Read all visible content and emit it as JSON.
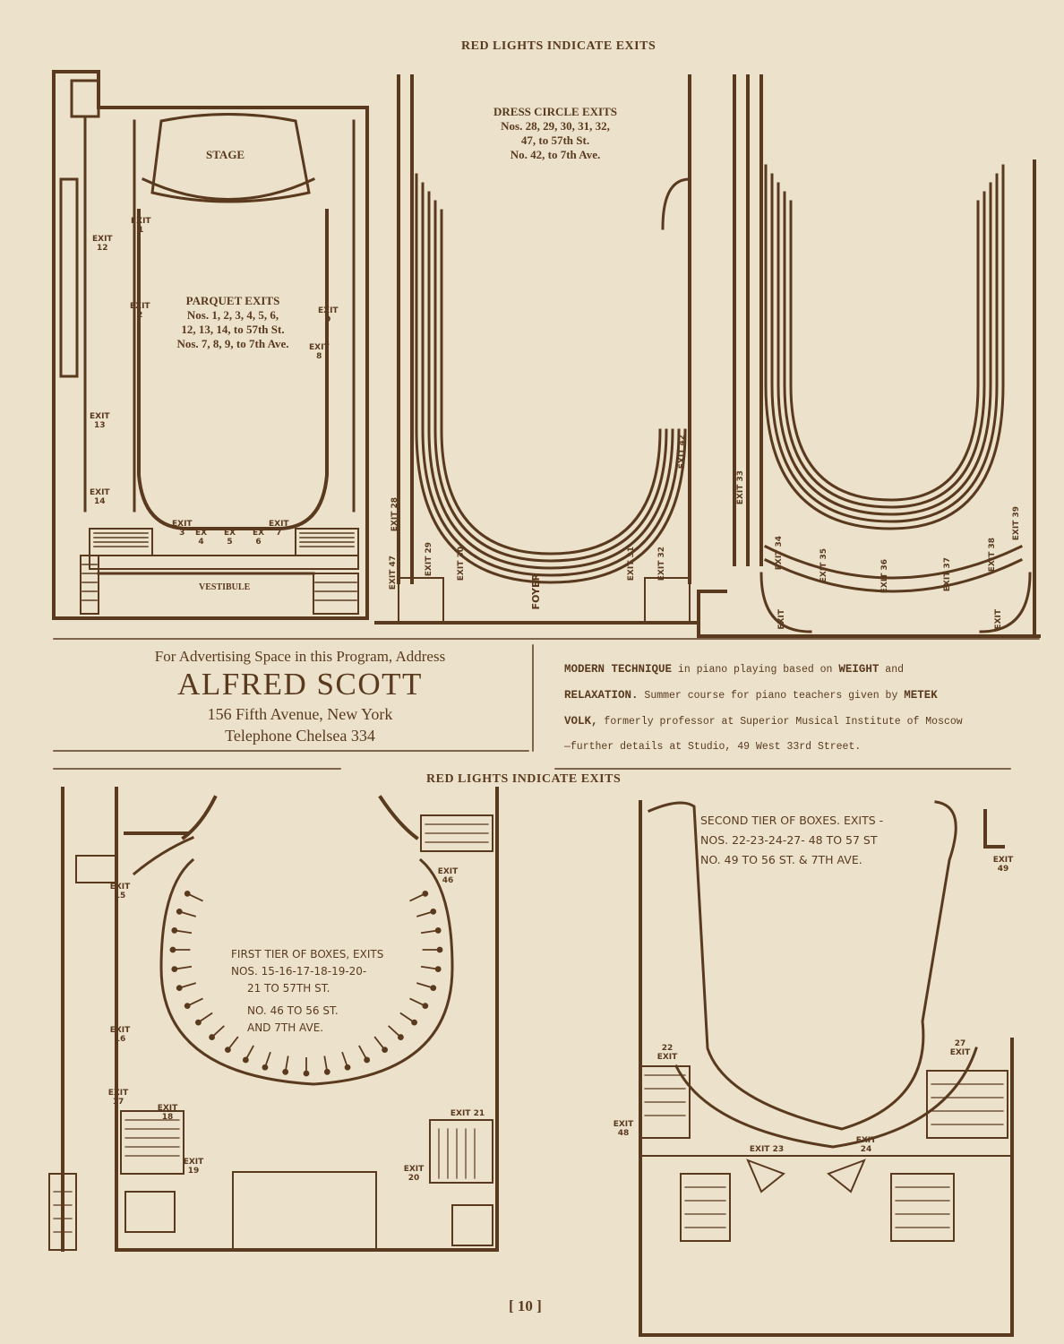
{
  "headers": {
    "top": "RED LIGHTS INDICATE EXITS",
    "middle": "RED LIGHTS INDICATE EXITS"
  },
  "parquet": {
    "stage": "STAGE",
    "vestibule": "VESTIBULE",
    "title": "PARQUET EXITS",
    "line1": "Nos. 1, 2, 3, 4, 5, 6,",
    "line2": "12, 13, 14, to 57th St.",
    "line3": "Nos. 7, 8, 9, to 7th Ave.",
    "exit_word": "EXIT",
    "ex_word": "EX",
    "nums": {
      "e1": "1",
      "e2": "2",
      "e3": "3",
      "e4": "4",
      "e5": "5",
      "e6": "6",
      "e7": "7",
      "e8": "8",
      "e9": "9",
      "e12": "12",
      "e13": "13",
      "e14": "14"
    }
  },
  "dress_circle": {
    "title": "DRESS CIRCLE EXITS",
    "line1": "Nos. 28, 29, 30, 31, 32,",
    "line2": "47, to 57th St.",
    "line3": "No. 42, to 7th Ave.",
    "foyer": "FOYER",
    "exits": {
      "e28": "EXIT 28",
      "e29": "EXIT 29",
      "e30": "EXIT 30",
      "e31": "EXIT 31",
      "e32": "EXIT 32",
      "e42": "EXIT 42",
      "e47": "EXIT 47"
    }
  },
  "balcony": {
    "exits": {
      "e33": "EXIT 33",
      "e34": "EXIT 34",
      "e35": "EXIT 35",
      "e36": "EXIT 36",
      "e37": "EXIT 37",
      "e38": "EXIT 38",
      "e39": "EXIT 39",
      "eL": "EXIT",
      "eR": "EXIT"
    }
  },
  "ad_left": {
    "line1": "For Advertising Space in this Program, Address",
    "name": "ALFRED SCOTT",
    "address": "156 Fifth Avenue, New York",
    "phone": "Telephone Chelsea 334"
  },
  "ad_right": {
    "b1": "MODERN TECHNIQUE",
    "t1": " in piano playing based on ",
    "b2": "WEIGHT",
    "t2": " and",
    "b3": "RELAXATION.",
    "t3": " Summer course for piano teachers given by ",
    "b4": "METEK",
    "b5": "VOLK,",
    "t4": " formerly professor at Superior Musical Institute of Moscow",
    "t5": "—further details at Studio, 49 West 33rd Street."
  },
  "first_tier": {
    "line1": "FIRST TIER OF BOXES, EXITS",
    "line2": "NOS. 15-16-17-18-19-20-",
    "line3": "21 TO 57TH ST.",
    "line4": "NO. 46 TO 56 ST.",
    "line5": "AND 7TH AVE.",
    "exits": {
      "e15": "EXIT 15",
      "e16": "EXIT 16",
      "e17": "EXIT 17",
      "e18": "EXIT 18",
      "e19": "EXIT 19",
      "e20": "EXIT 20",
      "e21": "EXIT 21",
      "e46": "EXIT 46"
    }
  },
  "second_tier": {
    "line1": "SECOND TIER OF BOXES. EXITS -",
    "line2": "NOS. 22-23-24-27- 48 TO 57 ST",
    "line3": "NO. 49 TO 56 ST. & 7TH AVE.",
    "exits": {
      "e22": "22 EXIT",
      "e23": "EXIT 23",
      "e24": "EXIT 24",
      "e27": "27 EXIT",
      "e48": "EXIT 48",
      "e49": "EXIT 49"
    }
  },
  "page_number": "[ 10 ]"
}
